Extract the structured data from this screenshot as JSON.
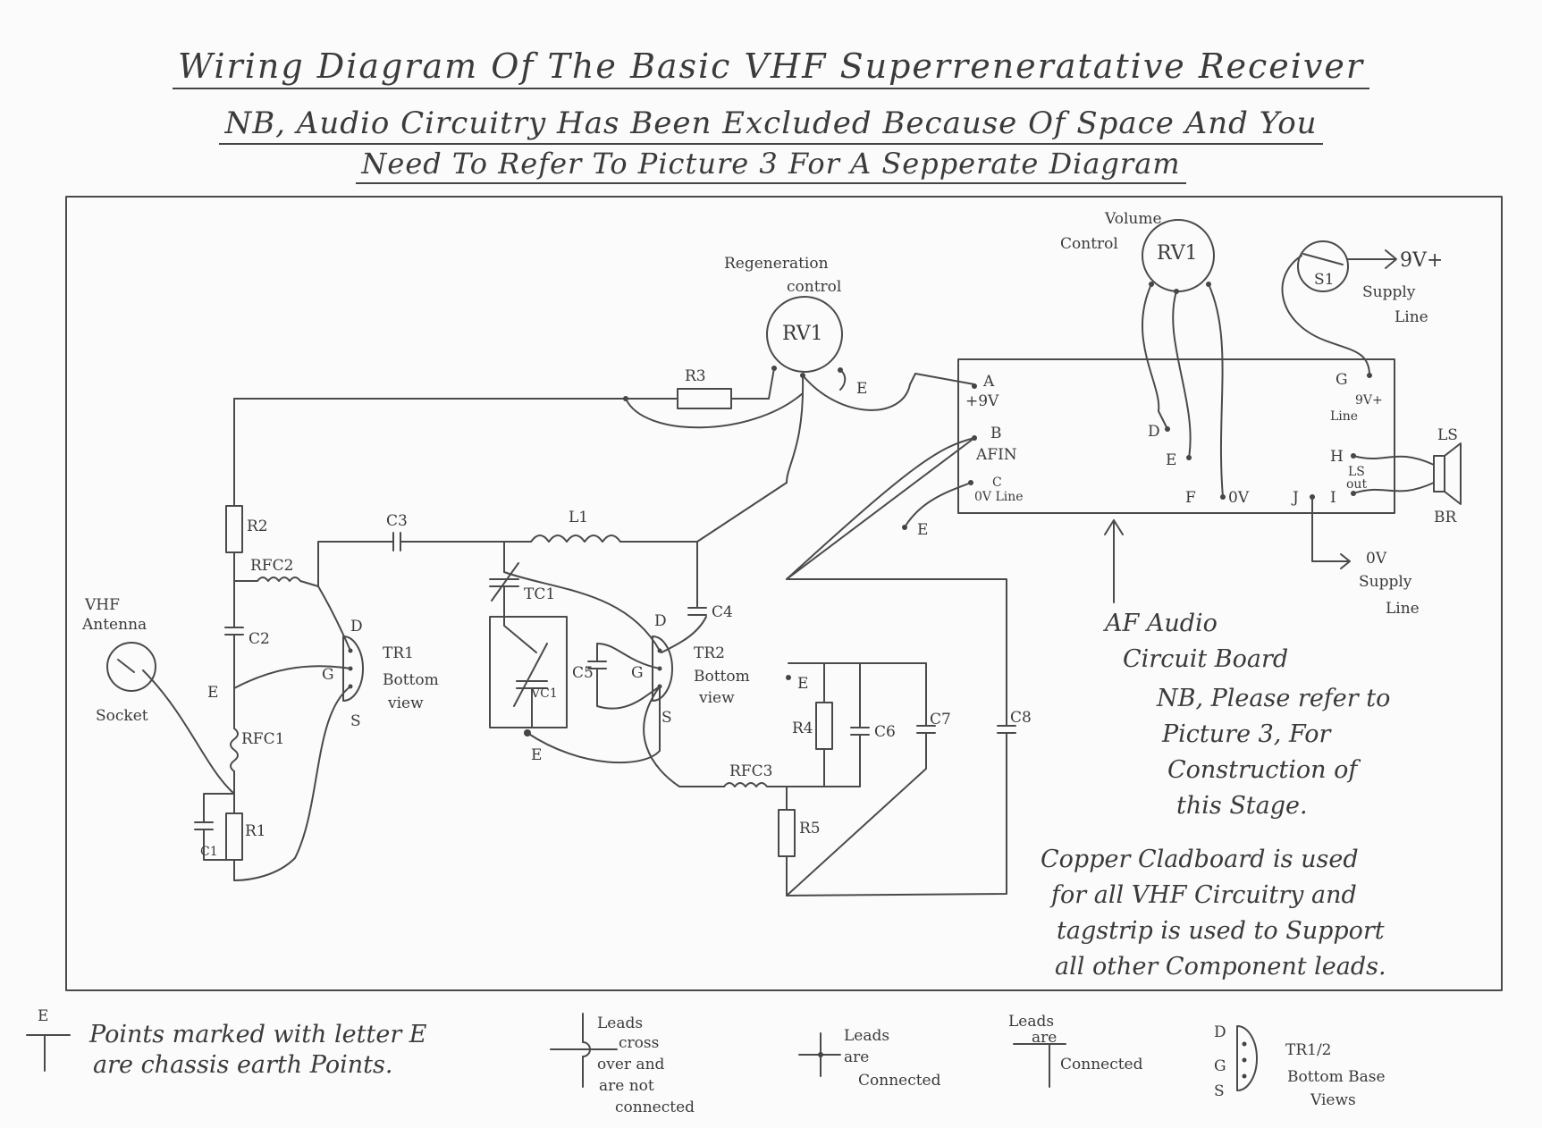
{
  "header": {
    "title": "Wiring Diagram Of The Basic VHF Superreneratative Receiver",
    "note_line1": "NB, Audio Circuitry Has Been Excluded Because Of Space And You",
    "note_line2": "Need To Refer To Picture 3 For A Sepperate Diagram"
  },
  "components": {
    "rv1_reg": "RV1",
    "rv1_reg_caption1": "Regeneration",
    "rv1_reg_caption2": "control",
    "rv1_vol": "RV1",
    "rv1_vol_caption1": "Volume",
    "rv1_vol_caption2": "Control",
    "s1": "S1",
    "r1": "R1",
    "r2": "R2",
    "r3": "R3",
    "r4": "R4",
    "r5": "R5",
    "c1": "C1",
    "c2": "C2",
    "c3": "C3",
    "c4": "C4",
    "c5": "C5",
    "c6": "C6",
    "c7": "C7",
    "c8": "C8",
    "rfc1": "RFC1",
    "rfc2": "RFC2",
    "rfc3": "RFC3",
    "l1": "L1",
    "tc1": "TC1",
    "vc1": "VC1",
    "tr1": "TR1",
    "tr2": "TR2",
    "bottom": "Bottom",
    "view": "view",
    "pin_d": "D",
    "pin_g": "G",
    "pin_s": "S",
    "e": "E",
    "antenna1": "VHF",
    "antenna2": "Antenna",
    "socket": "Socket",
    "ls": "LS",
    "br": "BR",
    "ls_out1": "LS",
    "ls_out2": "out"
  },
  "board": {
    "a": "A",
    "plus9v": "+9V",
    "b": "B",
    "afin": "AFIN",
    "c": "C",
    "ov_line": "0V Line",
    "d": "D",
    "e": "E",
    "f": "F",
    "ov": "0V",
    "g": "G",
    "nine_v_plus": "9V+",
    "line": "Line",
    "h": "H",
    "i": "I",
    "j": "J"
  },
  "supply": {
    "plus_label": "9V+",
    "supply": "Supply",
    "line": "Line",
    "ov_label": "0V",
    "ov_supply": "Supply",
    "ov_line": "Line"
  },
  "notes": {
    "af1": "AF Audio",
    "af2": "Circuit Board",
    "nb1": "NB, Please refer to",
    "nb2": "Picture 3, For",
    "nb3": "Construction of",
    "nb4": "this Stage.",
    "cu1": "Copper Cladboard is used",
    "cu2": "for all VHF Circuitry and",
    "cu3": "tagstrip is used to Support",
    "cu4": "all other Component leads."
  },
  "legend": {
    "e_mark": "E",
    "earth1": "Points marked with letter E",
    "earth2": "are chassis earth Points.",
    "cross1": "Leads",
    "cross2": "cross",
    "cross3": "over and",
    "cross4": "are not",
    "cross5": "connected",
    "conn1": "Leads",
    "conn2": "are",
    "conn3": "Connected",
    "tee1": "Leads",
    "tee2": "are",
    "tee3": "Connected",
    "d": "D",
    "g": "G",
    "s": "S",
    "tr1": "TR1/2",
    "tr2": "Bottom Base",
    "tr3": "Views"
  }
}
